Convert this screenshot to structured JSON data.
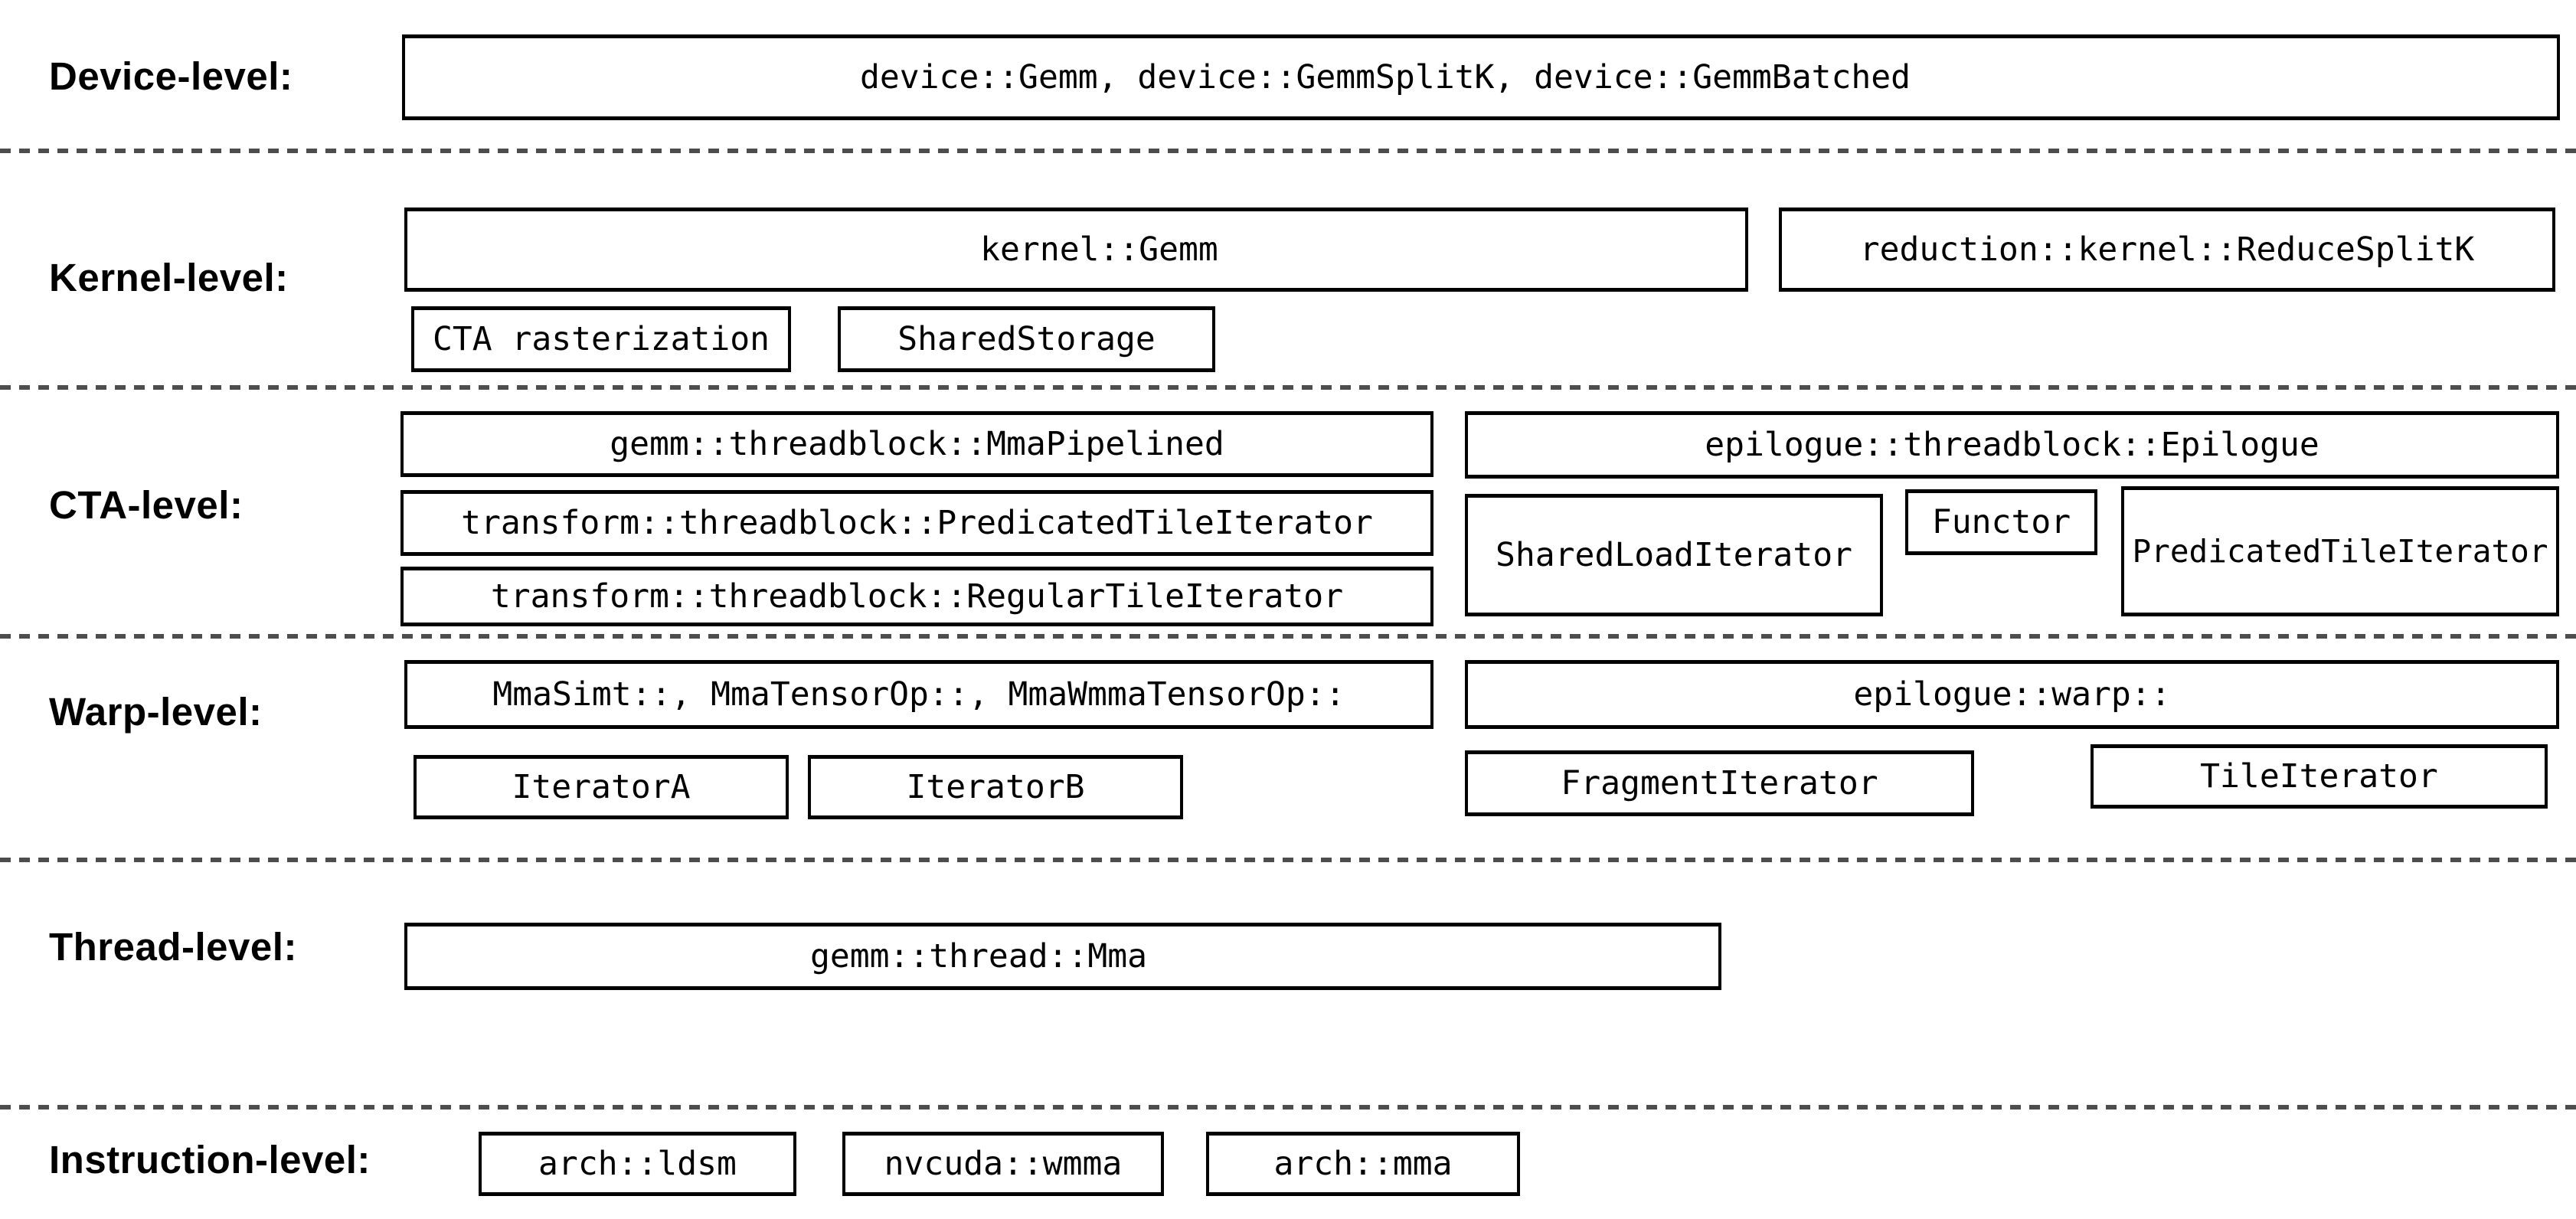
{
  "colors": {
    "background": "#ffffff",
    "box_border": "#000000",
    "text": "#000000",
    "separator_dash": "#4d4d4d"
  },
  "levels": {
    "device": {
      "label": "Device-level:",
      "main": "device::Gemm, device::GemmSplitK, device::GemmBatched"
    },
    "kernel": {
      "label": "Kernel-level:",
      "gemm": "kernel::Gemm",
      "reduce_splitk": "reduction::kernel::ReduceSplitK",
      "cta_rasterization": "CTA rasterization",
      "shared_storage": "SharedStorage"
    },
    "cta": {
      "label": "CTA-level:",
      "mma_pipelined": "gemm::threadblock::MmaPipelined",
      "predicated_tile_iterator": "transform::threadblock::PredicatedTileIterator",
      "regular_tile_iterator": "transform::threadblock::RegularTileIterator",
      "epilogue": "epilogue::threadblock::Epilogue",
      "shared_load_iterator": "SharedLoadIterator",
      "functor": "Functor",
      "epilogue_predicated_tile_iterator": "PredicatedTileIterator"
    },
    "warp": {
      "label": "Warp-level:",
      "mma_ops": "MmaSimt::, MmaTensorOp::, MmaWmmaTensorOp::",
      "epilogue": "epilogue::warp::",
      "iterator_a": "IteratorA",
      "iterator_b": "IteratorB",
      "fragment_iterator": "FragmentIterator",
      "tile_iterator": "TileIterator"
    },
    "thread": {
      "label": "Thread-level:",
      "mma": "gemm::thread::Mma"
    },
    "instruction": {
      "label": "Instruction-level:",
      "ldsm": "arch::ldsm",
      "wmma": "nvcuda::wmma",
      "mma": "arch::mma"
    }
  }
}
